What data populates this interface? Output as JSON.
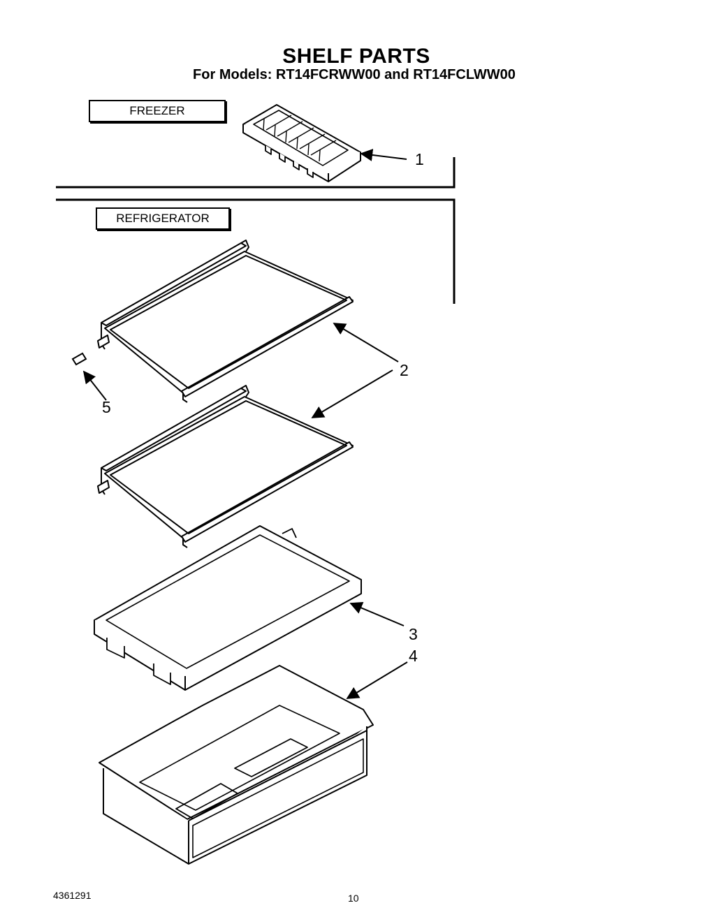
{
  "header": {
    "title": "SHELF PARTS",
    "subtitle": "For Models:  RT14FCRWW00 and RT14FCLWW00"
  },
  "sections": {
    "freezer": "FREEZER",
    "refrigerator": "REFRIGERATOR"
  },
  "callouts": [
    "1",
    "2",
    "3",
    "4",
    "5"
  ],
  "footer": {
    "doc_number": "4361291",
    "page_number": "10"
  }
}
